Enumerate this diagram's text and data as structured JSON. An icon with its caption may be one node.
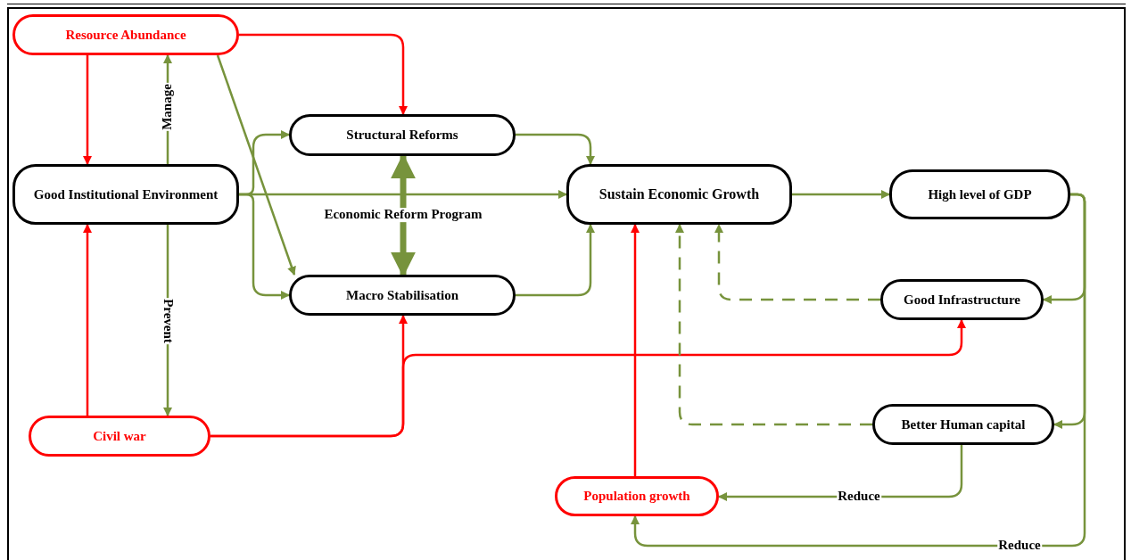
{
  "diagram": {
    "nodes": [
      {
        "text": [
          "Resource Abundance"
        ]
      },
      {
        "text": [
          "Good Institutional Environment"
        ]
      },
      {
        "text": [
          "Structural Reforms"
        ]
      },
      {
        "text": [
          "Macro Stabilisation"
        ]
      },
      {
        "text": [
          "Sustain Economic Growth"
        ]
      },
      {
        "text": [
          "High level of GDP"
        ]
      },
      {
        "text": [
          "Good Infrastructure"
        ]
      },
      {
        "text": [
          "Civil war"
        ]
      },
      {
        "text": [
          "Better Human capital"
        ]
      },
      {
        "text": [
          "Population growth"
        ]
      }
    ],
    "edges": [
      {
        "from": 0,
        "to": 1,
        "arrow": "to",
        "color": "#ff0000"
      },
      {
        "from": 1,
        "to": 0,
        "arrow": "to",
        "label": "Manage"
      },
      {
        "from": 0,
        "to": 2,
        "arrow": "to",
        "color": "#ff0000"
      },
      {
        "from": 0,
        "to": 3,
        "arrow": "to"
      },
      {
        "from": 1,
        "to": 2,
        "arrow": "to"
      },
      {
        "from": 1,
        "to": 4,
        "arrow": "to"
      },
      {
        "from": 1,
        "to": 3,
        "arrow": "to"
      },
      {
        "from": 1,
        "to": 7,
        "arrow": "to",
        "label": "Prevent"
      },
      {
        "from": 7,
        "to": 1,
        "arrow": "to",
        "color": "#ff0000"
      },
      {
        "from": 2,
        "to": 3,
        "arrow": "both",
        "label": "Economic Reform Program",
        "style": "thick"
      },
      {
        "from": 2,
        "to": 4,
        "arrow": "to"
      },
      {
        "from": 3,
        "to": 4,
        "arrow": "to"
      },
      {
        "from": 7,
        "to": 3,
        "arrow": "to",
        "color": "#ff0000"
      },
      {
        "from": 7,
        "to": 6,
        "arrow": "to",
        "color": "#ff0000"
      },
      {
        "from": 4,
        "to": 5,
        "arrow": "to"
      },
      {
        "from": 5,
        "to": 6,
        "arrow": "to"
      },
      {
        "from": 5,
        "to": 8,
        "arrow": "to"
      },
      {
        "from": 5,
        "to": 9,
        "arrow": "to",
        "label": "Reduce"
      },
      {
        "from": 6,
        "to": 4,
        "arrow": "to",
        "style": "dashed"
      },
      {
        "from": 8,
        "to": 4,
        "arrow": "to",
        "style": "dashed"
      },
      {
        "from": 8,
        "to": 9,
        "arrow": "to",
        "label": "Reduce"
      },
      {
        "from": 9,
        "to": 4,
        "arrow": "to",
        "color": "#ff0000"
      }
    ]
  }
}
